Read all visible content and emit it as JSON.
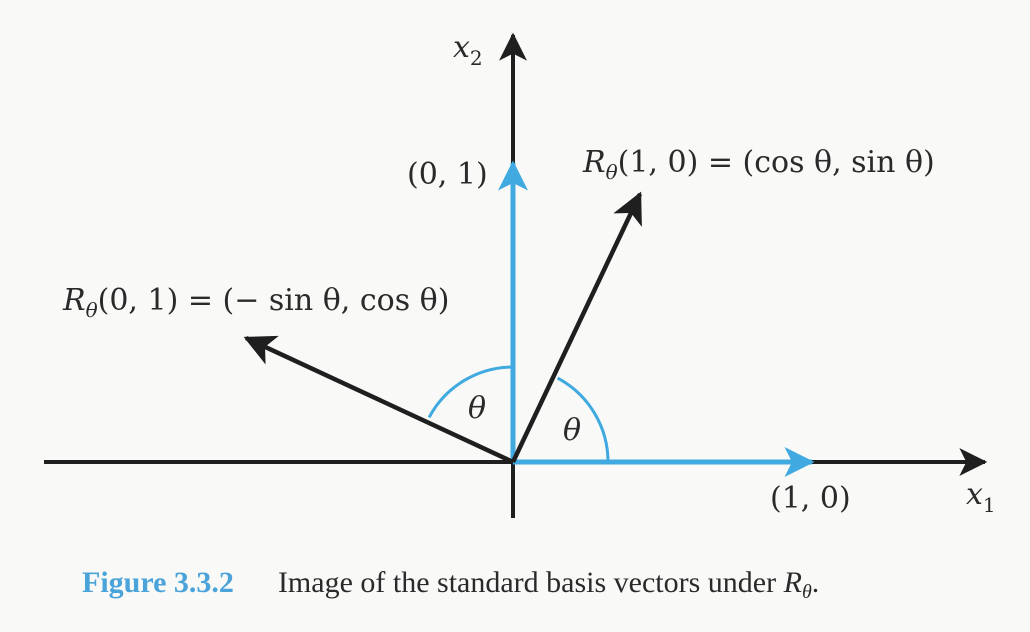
{
  "figure": {
    "axis_labels": {
      "x1": {
        "base": "x",
        "sub": "1"
      },
      "x2": {
        "base": "x",
        "sub": "2"
      }
    },
    "point_labels": {
      "e1": "(1, 0)",
      "e2": "(0, 1)"
    },
    "vector_labels": {
      "r_e1": {
        "base": "R",
        "sub": "θ",
        "rest": "(1, 0) = (cos θ, sin θ)"
      },
      "r_e2": {
        "base": "R",
        "sub": "θ",
        "rest": "(0, 1) = (− sin θ, cos θ)"
      }
    },
    "angle_labels": {
      "left": "θ",
      "right": "θ"
    },
    "rotation_angle_deg": 62,
    "colors": {
      "basis_vector": "#3fa9e0",
      "rotated_vector": "#1f1f1f",
      "axis": "#1f1f1f",
      "caption_label": "#4aa3d9"
    }
  },
  "caption": {
    "label": "Figure 3.3.2",
    "text": "Image of the standard basis vectors under ",
    "symbol": "R",
    "symbol_sub": "θ",
    "end": "."
  }
}
